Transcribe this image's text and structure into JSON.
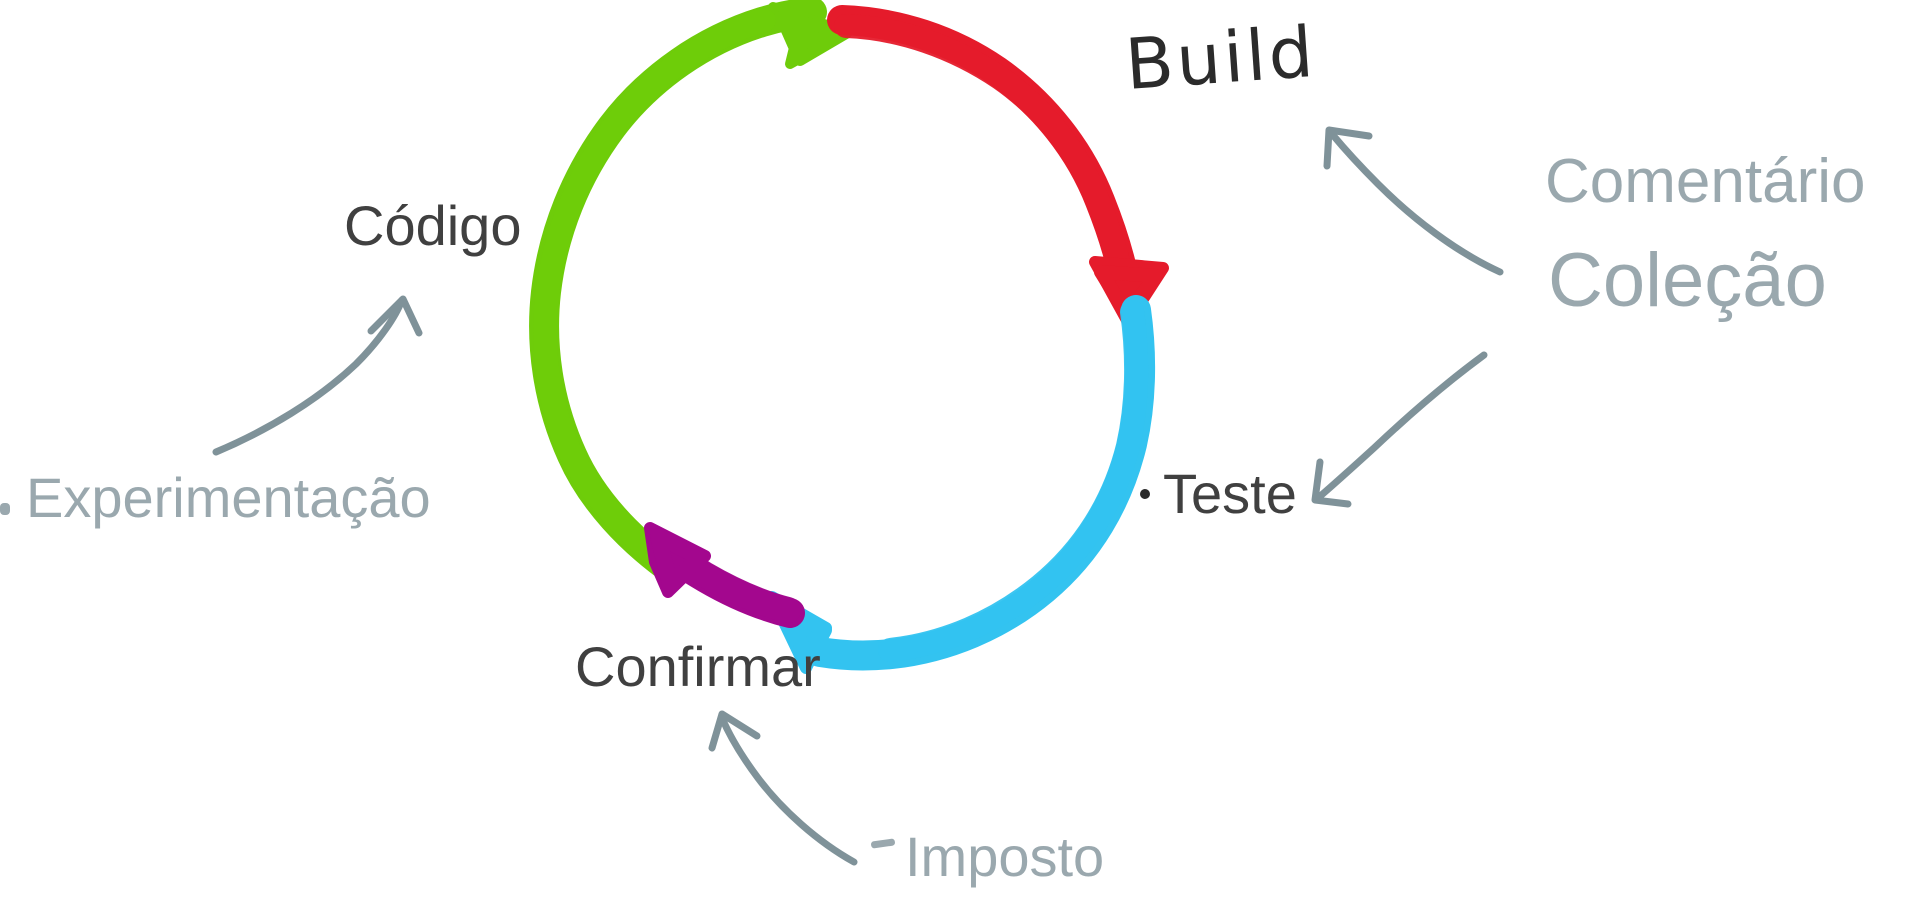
{
  "diagram": {
    "title": "DevOps / CI-CD feedback loop cycle",
    "background_color": "#ffffff"
  },
  "cycle": {
    "segments": [
      {
        "name": "code",
        "label_key": "codigo",
        "color": "#6ECC0A",
        "arrow": "clockwise",
        "arrowhead_color": "#6ECC0A"
      },
      {
        "name": "build",
        "label_key": "build",
        "color": "#E51B2B",
        "arrow": "clockwise",
        "arrowhead_color": "#E51B2B"
      },
      {
        "name": "test",
        "label_key": "teste",
        "color": "#33C3F0",
        "arrow": "clockwise",
        "arrowhead_color": "#33C3F0"
      },
      {
        "name": "commit",
        "label_key": "confirmar",
        "color": "#A3078E",
        "arrow": "clockwise",
        "arrowhead_color": "#A3078E"
      }
    ]
  },
  "labels": {
    "codigo": "Código",
    "build": "Build",
    "teste": "Teste",
    "confirmar": "Confirmar"
  },
  "annotations": {
    "experimentacao": "Experimentação",
    "comentario": "Comentário",
    "colecao": "Coleção",
    "imposto": "Imposto"
  },
  "colors": {
    "green": "#6ECC0A",
    "red": "#E51B2B",
    "cyan": "#33C3F0",
    "purple": "#A3078E",
    "annotation_gray": "#9aa8ae",
    "label_dark": "#404040",
    "build_ink": "#2b2b2b",
    "arrow_gray": "#7f9299"
  },
  "connectors": [
    {
      "name": "experimentacao-to-codigo",
      "from": "experimentacao",
      "to": "codigo",
      "direction": "up-right"
    },
    {
      "name": "comentario-to-build",
      "from": "comentario",
      "to": "build",
      "direction": "up-left"
    },
    {
      "name": "colecao-to-teste",
      "from": "colecao",
      "to": "teste",
      "direction": "down-left"
    },
    {
      "name": "imposto-to-confirmar",
      "from": "imposto",
      "to": "confirmar",
      "direction": "up-left"
    }
  ]
}
